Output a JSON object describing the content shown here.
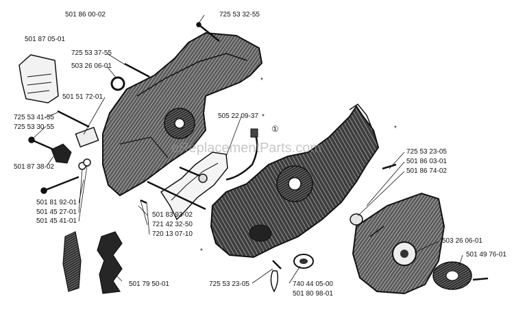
{
  "diagram": {
    "assembly_number": "501 86 00-02",
    "watermark": "eReplacementParts.com",
    "callout_marker": "①",
    "asterisk": "*",
    "parts": {
      "bolt_top": "725 53 32-55",
      "cover_plate": "501 87 05-01",
      "screw_upper": "725 53 37-55",
      "seal_upper": "503 26 06-01",
      "spacer": "501 51 72-01",
      "screw_left_a": "725 53 41-55",
      "screw_left_b": "725 53 30-55",
      "stop_bracket": "501 87 38-02",
      "bolt_lower": "501 81 92-01",
      "washer_a": "501 45 27-01",
      "washer_b": "501 45 41-01",
      "hose": "505 22 09-37",
      "gasket": "501 83 93-02",
      "pin_a": "721 42 32-50",
      "pin_b": "720 13 07-10",
      "chain_sprocket": "501 79 50-01",
      "screw_right": "725 53 23-05",
      "bearing_a": "501 86 03-01",
      "bearing_b": "501 86 74-02",
      "seal_right": "503 26 06-01",
      "clutch": "501 49 76-01",
      "screw_bottom": "725 53 23-05",
      "oil_cap": "740 44 05-00",
      "filter": "501 80 98-01"
    }
  }
}
